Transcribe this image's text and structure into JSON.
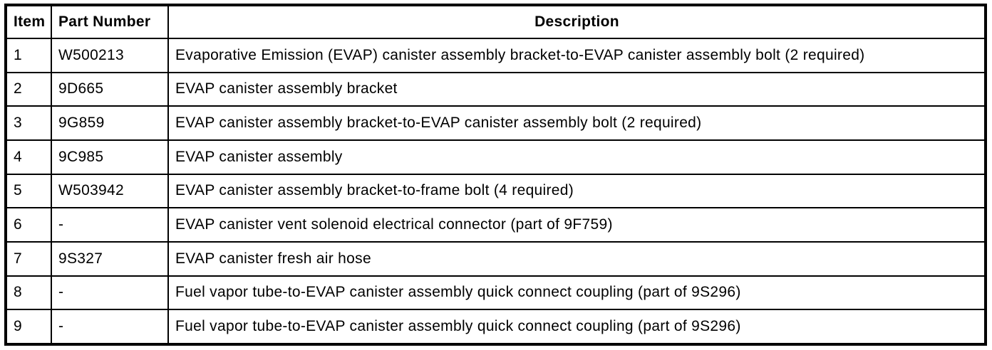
{
  "table": {
    "colors": {
      "border": "#000000",
      "background": "#ffffff",
      "text": "#000000"
    },
    "columns": {
      "item": "Item",
      "part_number": "Part Number",
      "description": "Description"
    },
    "rows": [
      {
        "item": "1",
        "part_number": "W500213",
        "description": "Evaporative Emission (EVAP) canister assembly bracket-to-EVAP canister assembly bolt (2 required)"
      },
      {
        "item": "2",
        "part_number": "9D665",
        "description": "EVAP canister assembly bracket"
      },
      {
        "item": "3",
        "part_number": "9G859",
        "description": "EVAP canister assembly bracket-to-EVAP canister assembly bolt (2 required)"
      },
      {
        "item": "4",
        "part_number": "9C985",
        "description": "EVAP canister assembly"
      },
      {
        "item": "5",
        "part_number": "W503942",
        "description": "EVAP canister assembly bracket-to-frame bolt (4 required)"
      },
      {
        "item": "6",
        "part_number": "-",
        "description": "EVAP canister vent solenoid electrical connector (part of 9F759)"
      },
      {
        "item": "7",
        "part_number": "9S327",
        "description": "EVAP canister fresh air hose"
      },
      {
        "item": "8",
        "part_number": "-",
        "description": "Fuel vapor tube-to-EVAP canister assembly quick connect coupling (part of 9S296)"
      },
      {
        "item": "9",
        "part_number": "-",
        "description": "Fuel vapor tube-to-EVAP canister assembly quick connect coupling (part of 9S296)"
      }
    ]
  }
}
